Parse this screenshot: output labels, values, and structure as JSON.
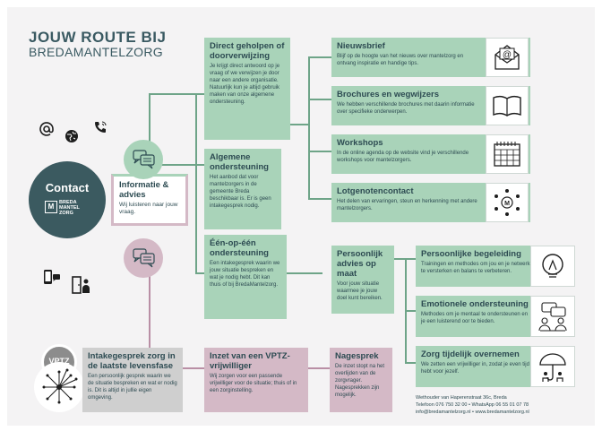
{
  "header": {
    "title_line1": "JOUW ROUTE BIJ",
    "title_line2": "BREDAMANTELZORG"
  },
  "contact": {
    "title": "Contact",
    "logo_line1": "BREDA",
    "logo_line2": "MANTEL",
    "logo_line3": "ZORG",
    "logo_letter": "M"
  },
  "info_advies": {
    "title": "Informatie & advies",
    "desc": "Wij luisteren naar jouw vraag."
  },
  "direct": {
    "title": "Direct geholpen of doorverwijzing",
    "desc": "Je krijgt direct antwoord op je vraag of we verwijzen je door naar een andere organisatie. Natuurlijk kun je altijd gebruik maken van onze algemene ondersteuning."
  },
  "algemene": {
    "title": "Algemene ondersteuning",
    "desc": "Het aanbod dat voor mantelzorgers in de gemeente Breda beschikbaar is. Er is geen intakegesprek nodig."
  },
  "een_op_een": {
    "title": "Één-op-één ondersteuning",
    "desc": "Een intakegesprek waarin we jouw situatie bespreken en wat je nodig hebt. Dit kan thuis of bij BredaMantelzorg."
  },
  "nieuwsbrief": {
    "title": "Nieuwsbrief",
    "desc": "Blijf op de hoogte van het nieuws over mantelzorg en ontvang inspiratie en handige tips."
  },
  "brochures": {
    "title": "Brochures en wegwijzers",
    "desc": "We hebben verschillende brochures met daarin informatie over specifieke onderwerpen."
  },
  "workshops": {
    "title": "Workshops",
    "desc": "In de online agenda op de website vind je verschillende workshops voor mantelzorgers."
  },
  "lotgenoten": {
    "title": "Lotgenotencontact",
    "desc": "Het delen van ervaringen, steun en herkenning met andere mantelzorgers."
  },
  "persoonlijk_advies": {
    "title": "Persoonlijk advies op maat",
    "desc": "Voor jouw situatie waarmee je jouw doel kunt bereiken."
  },
  "begeleiding": {
    "title": "Persoonlijke begeleiding",
    "desc": "Trainingen en methodes om jou en je netwerk te versterken en balans te verbeteren."
  },
  "emotionele": {
    "title": "Emotionele ondersteuning",
    "desc": "Methodes om je mentaal te ondersteunen en je een luisterend oor te bieden."
  },
  "zorg_tijdelijk": {
    "title": "Zorg tijdelijk overnemen",
    "desc": "We zetten een vrijwilliger in, zodat je even tijd hebt voor jezelf."
  },
  "intakegesprek": {
    "title": "Intakegesprek zorg in de laatste levensfase",
    "desc": "Een persoonlijk gesprek waarin we de situatie bespreken en wat er nodig is. Dit is altijd in jullie eigen omgeving.",
    "logo": "VPTZ"
  },
  "inzet": {
    "title": "Inzet van een VPTZ-vrijwilliger",
    "desc": "Wij zorgen voor een passende vrijwilliger voor de situatie; thuis of in een zorginstelling."
  },
  "nagesprek": {
    "title": "Nagesprek",
    "desc": "De inzet stopt na het overlijden van de zorgvrager. Nagesprekken zijn mogelijk."
  },
  "footer": {
    "line1": "Wethouder van Haperenstraat 36c, Breda",
    "line2": "Telefoon 076 750 32 00 • WhatsApp 06 55 01 07 78",
    "line3": "info@bredamantelzorg.nl • www.bredamantelzorg.nl"
  },
  "colors": {
    "green": "#a9d3b9",
    "mauve": "#d4b9c6",
    "gray": "#cfcfcf",
    "dark": "#3b5a60"
  },
  "icons": [
    "at-icon",
    "globe-icon",
    "phone-icon",
    "whatsapp-icon",
    "door-person-icon",
    "chat-bubbles-icon",
    "email-icon",
    "book-icon",
    "calendar-icon",
    "community-icon",
    "lightbulb-icon",
    "conversation-icon",
    "umbrella-icon",
    "dandelion-icon"
  ]
}
